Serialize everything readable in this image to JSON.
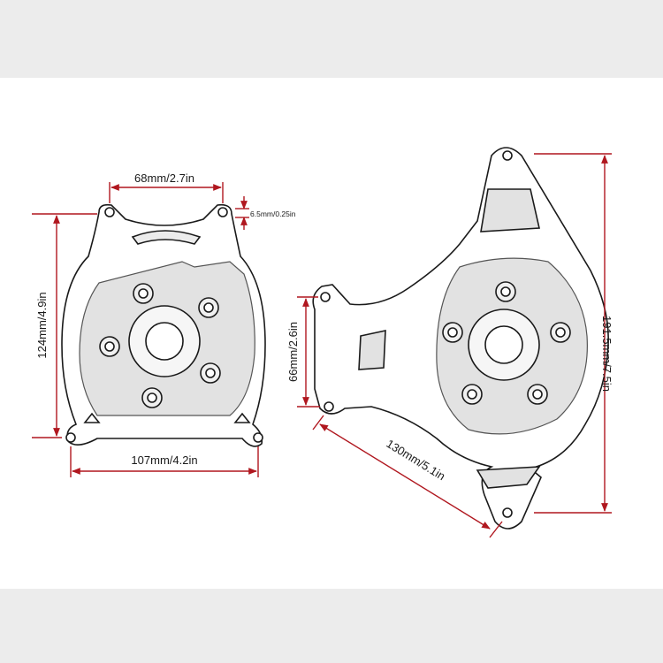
{
  "colors": {
    "dimension_line": "#b0171f",
    "outline": "#1a1a1a",
    "gray_fill": "#e2e2e2",
    "background": "#ffffff",
    "band": "#ececec"
  },
  "left_part": {
    "dim_top_width": "68mm/2.7in",
    "dim_hole": "6.5mm/0.25in",
    "dim_height": "124mm/4.9in",
    "dim_bottom_width": "107mm/4.2in"
  },
  "right_part": {
    "dim_side_height": "66mm/2.6in",
    "dim_diagonal": "130mm/5.1in",
    "dim_total_height": "191.5mm/7.5in"
  }
}
